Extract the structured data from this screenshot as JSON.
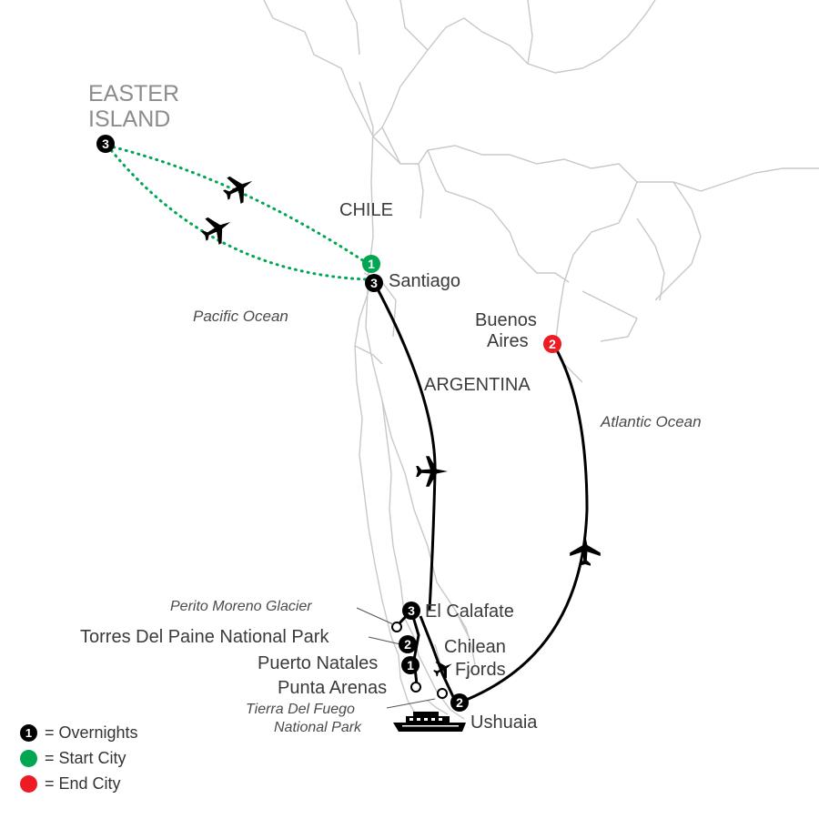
{
  "map": {
    "island": {
      "line1": "EASTER",
      "line2": "ISLAND"
    },
    "countries": {
      "chile": "CHILE",
      "argentina": "ARGENTINA"
    },
    "oceans": {
      "pacific": "Pacific Ocean",
      "atlantic": "Atlantic Ocean"
    },
    "cities": {
      "santiago": "Santiago",
      "buenos_aires_1": "Buenos",
      "buenos_aires_2": "Aires",
      "el_calafate": "El Calafate",
      "torres": "Torres Del Paine National Park",
      "puerto_natales": "Puerto Natales",
      "punta_arenas": "Punta Arenas",
      "ushuaia": "Ushuaia",
      "chilean_fjords_1": "Chilean",
      "chilean_fjords_2": "Fjords"
    },
    "sites": {
      "perito_moreno": "Perito Moreno Glacier",
      "tierra_1": "Tierra Del Fuego",
      "tierra_2": "National Park"
    },
    "markers": {
      "easter_island": "3",
      "santiago_start": "1",
      "santiago": "3",
      "buenos_aires": "2",
      "el_calafate": "3",
      "torres": "2",
      "puerto_natales": "1",
      "ushuaia": "2"
    },
    "colors": {
      "overnight": "#000000",
      "start": "#00a651",
      "end": "#ed1c24",
      "border": "#c8c8c8",
      "route": "#000000",
      "flight_green": "#00a651"
    }
  },
  "legend": [
    {
      "symbol": "1",
      "text": "= Overnights",
      "color": "#000000"
    },
    {
      "symbol": "",
      "text": "= Start City",
      "color": "#00a651"
    },
    {
      "symbol": "",
      "text": "= End City",
      "color": "#ed1c24"
    }
  ]
}
